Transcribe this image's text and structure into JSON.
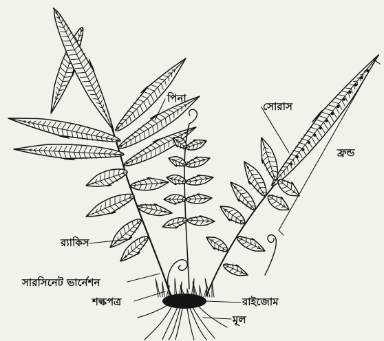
{
  "labels": {
    "pinna": "পিনা",
    "sorus": "সোরাস",
    "frond": "ফ্রন্ড",
    "rachis": "র‍্যাকিস",
    "circinate": "সারসিনেট ভার্নেশন",
    "scale": "শল্কপত্র",
    "rhizome": "রাইজোম",
    "root": "মূল"
  },
  "colors": {
    "ink": "#151515",
    "paper": "#f4f1ea"
  }
}
